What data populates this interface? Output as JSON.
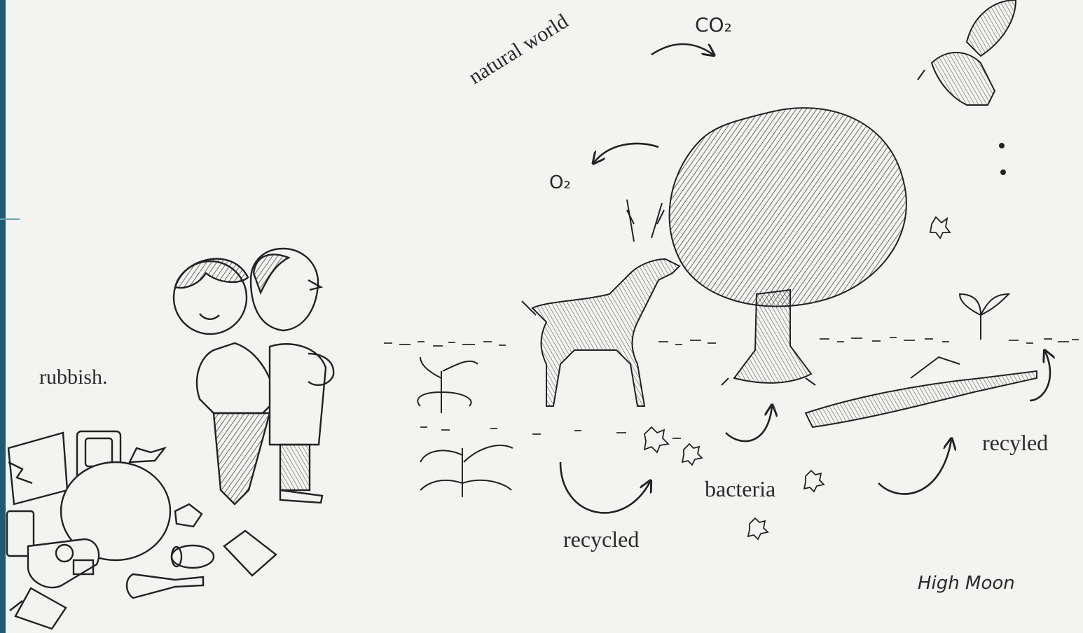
{
  "diagram": {
    "labels": {
      "rubbish": "rubbish.",
      "natural_world": "natural world",
      "co2": "CO₂",
      "o2": "O₂",
      "bacteria": "bacteria",
      "recycled": "recycled",
      "recyled": "recyled",
      "signature": "High Moon"
    }
  }
}
